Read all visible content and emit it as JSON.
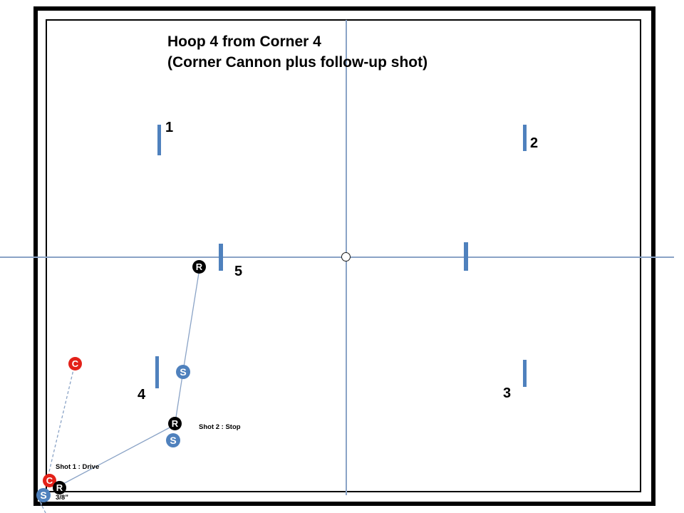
{
  "title": {
    "line1": "Hoop 4 from Corner 4",
    "line2": "(Corner Cannon plus follow-up shot)"
  },
  "hoops": {
    "hoop1": "1",
    "hoop2": "2",
    "hoop3": "3",
    "hoop4": "4",
    "hoop5": "5"
  },
  "balls": {
    "r_hoop5": "R",
    "s_hoop4": "S",
    "c_hoop4": "C",
    "r_shot2": "R",
    "s_shot2": "S",
    "c_corner": "C",
    "r_corner": "R",
    "s_corner": "S"
  },
  "labels": {
    "shot1": "Shot 1 : Drive",
    "shot2": "Shot 2 : Stop",
    "gap": "3/8”"
  },
  "colors": {
    "hoop_blue": "#4f81bd",
    "ball_blue": "#4f81bd",
    "ball_red": "#e32119",
    "ball_black": "#000000",
    "shot_line": "#8aa3c6",
    "crosshair": "#8aa3c6",
    "border": "#000000"
  }
}
